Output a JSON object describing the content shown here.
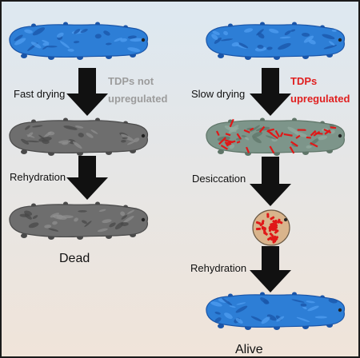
{
  "colors": {
    "border": "#1a1a1a",
    "background_top": "#dde8f1",
    "background_bottom": "#f0e4d9",
    "tardigrade_blue": "#2d7ed6",
    "tardigrade_blue_dark": "#1a55a8",
    "tardigrade_blue_spot": "#4f9ef0",
    "tardigrade_gray": "#6e6e6e",
    "tardigrade_gray_dark": "#4a4a4a",
    "tardigrade_gray_spot": "#8f8f8f",
    "tardigrade_green": "#7d958a",
    "tdp_red": "#e01818",
    "tun_fill": "#d9b48c",
    "text_gray": "#9c9c9c",
    "text_red": "#e02020",
    "arrow": "#111111"
  },
  "left_branch": {
    "step1_label": "Fast drying",
    "tdp_label_line1": "TDPs not",
    "tdp_label_line2": "upregulated",
    "step2_label": "Rehydration",
    "outcome": "Dead"
  },
  "right_branch": {
    "step1_label": "Slow drying",
    "tdp_label_line1": "TDPs",
    "tdp_label_line2": "upregulated",
    "step2_label": "Desiccation",
    "step3_label": "Rehydration",
    "outcome": "Alive"
  }
}
